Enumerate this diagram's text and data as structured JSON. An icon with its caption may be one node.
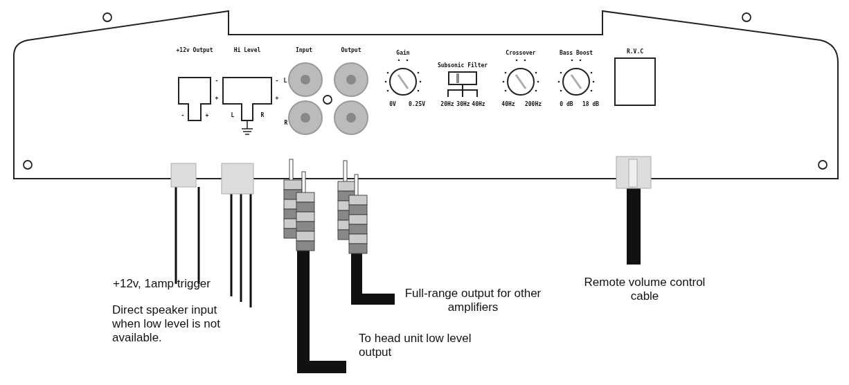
{
  "diagram": {
    "labels": [
      "+12v Output",
      "Hi Level",
      "Input",
      "Output",
      "Gain",
      "Subsonic Filter",
      "Crossover",
      "Bass Boost",
      "R.V.C",
      "-",
      "-",
      "L",
      "+",
      "+",
      "0V",
      "0.25V",
      "20Hz",
      "30Hz",
      "40Hz",
      "40Hz",
      "200Hz",
      "0 dB",
      "18 dB",
      "-",
      "+",
      "L",
      "R",
      "R",
      "+12v, 1amp trigger",
      "Remote volume control cable",
      "Full-range output for other amplifiers",
      "Direct speaker input when low level is not available.",
      "To head unit low level output"
    ]
  }
}
